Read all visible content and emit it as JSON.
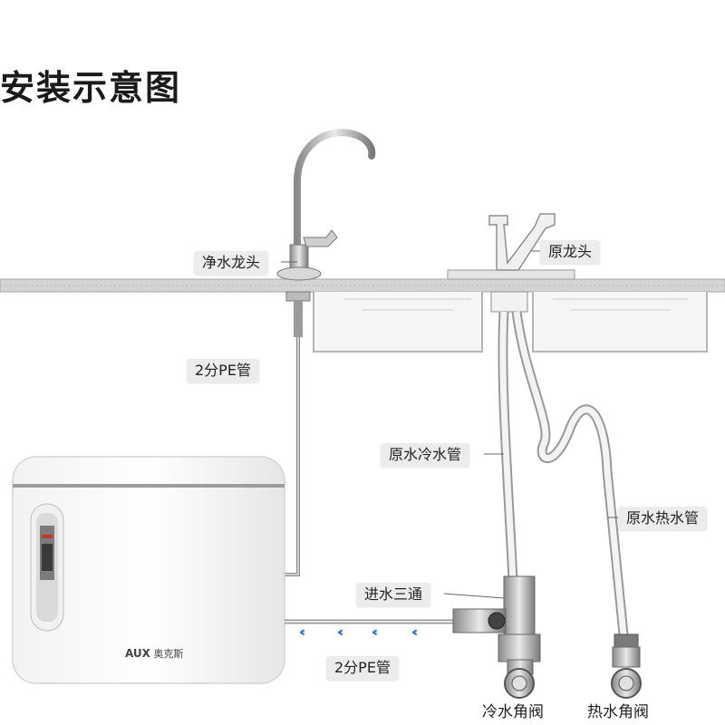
{
  "title": "安装示意图",
  "labels": {
    "purified_faucet": "净水龙头",
    "original_faucet": "原龙头",
    "pe_tube_top": "2分PE管",
    "cold_raw_pipe": "原水冷水管",
    "hot_raw_pipe": "原水热水管",
    "inlet_tee": "进水三通",
    "pe_tube_bottom": "2分PE管",
    "cold_angle_valve": "冷水角阀",
    "hot_angle_valve": "热水角阀"
  },
  "brand": {
    "logo": "AUX",
    "name": "奥克斯"
  },
  "colors": {
    "flow_arrow": "#2b6fff",
    "label_bg": "#ececec",
    "counter": "#c9c9c9"
  }
}
